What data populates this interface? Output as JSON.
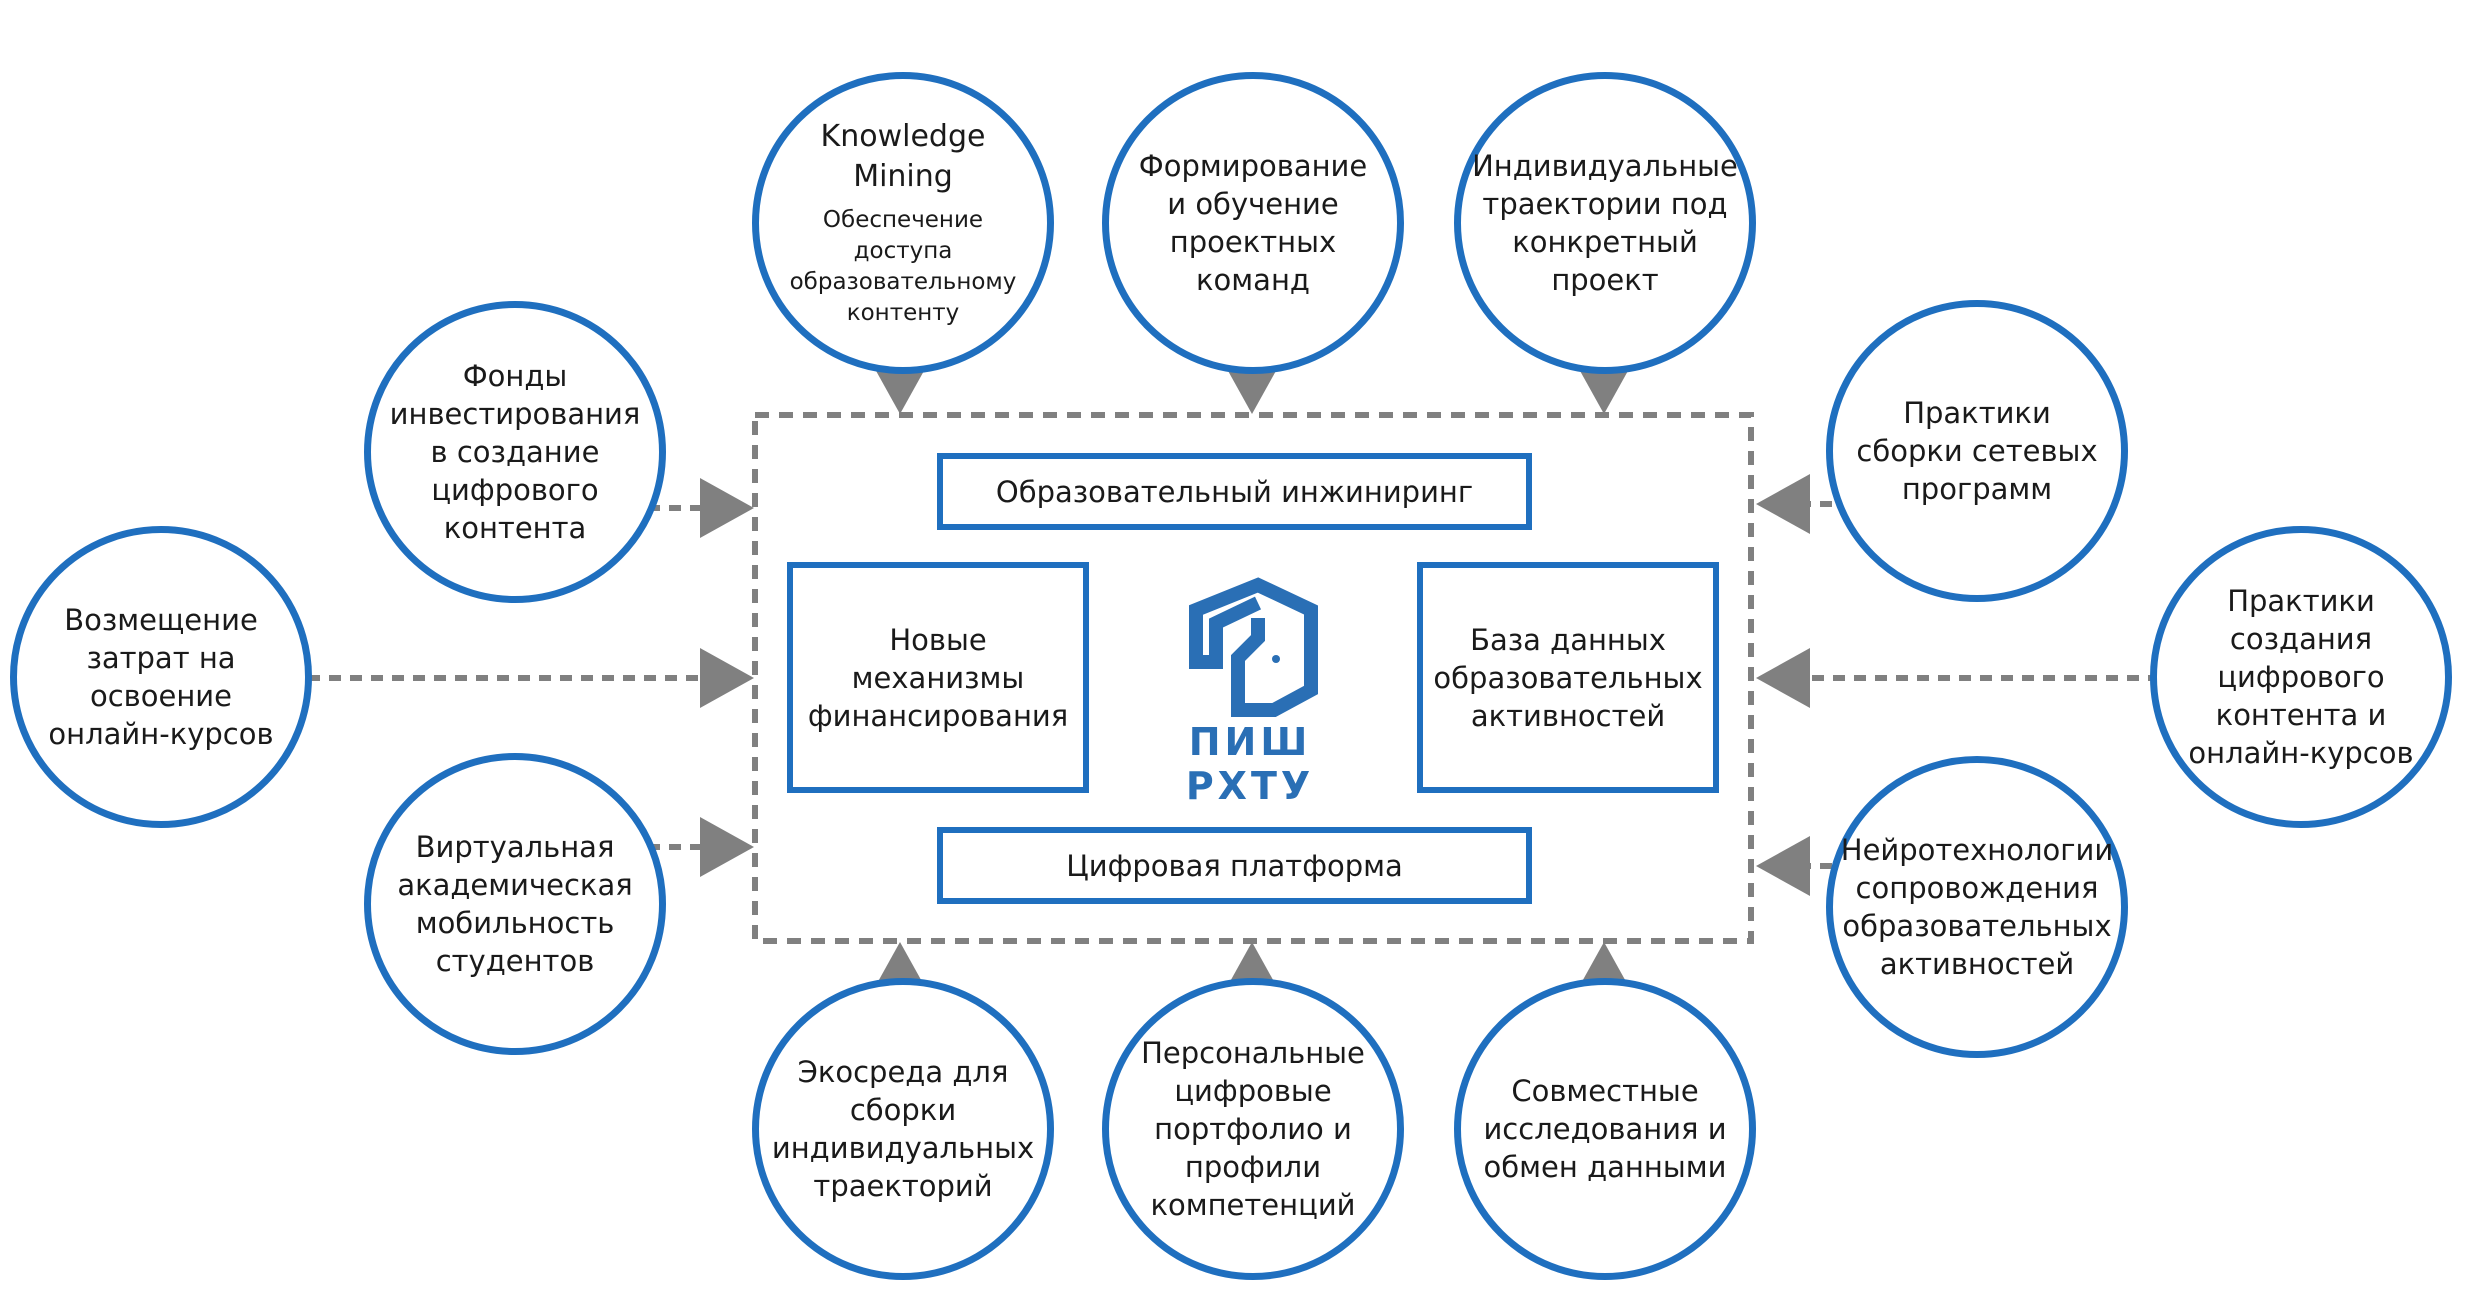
{
  "colors": {
    "node_border": "#1f6fbf",
    "arrow": "#808080",
    "logo": "#2a6fb5"
  },
  "center": {
    "top_bar": "Образовательный инжиниринг",
    "bottom_bar": "Цифровая платформа",
    "left_box": "Новые механизмы финансирования",
    "right_box": "База данных образовательных активностей",
    "logo_text": "ПИШ РХТУ",
    "logo_icon": "house-icon"
  },
  "nodes": {
    "knowledge_mining": {
      "title": "Knowledge Mining",
      "subtitle": "Обеспечение доступа образовательному контенту"
    },
    "project_teams": "Формирование и обучение проектных команд",
    "individual_trajectories": "Индивидуальные траектории под конкретный проект",
    "investment_funds": "Фонды инвестирования в создание цифрового контента",
    "cost_reimbursement": "Возмещение затрат на освоение онлайн-курсов",
    "virtual_mobility": "Виртуальная академическая мобильность студентов",
    "network_programs": "Практики сборки сетевых программ",
    "digital_content_practices": "Практики создания цифрового контента и онлайн-курсов",
    "neurotech": "Нейротехнологии сопровождения образовательных активностей",
    "ecosystem": "Экосреда для сборки индивидуальных траекторий",
    "portfolio": "Персональные цифровые портфолио и профили компетенций",
    "joint_research": "Совместные исследования и обмен данными"
  }
}
